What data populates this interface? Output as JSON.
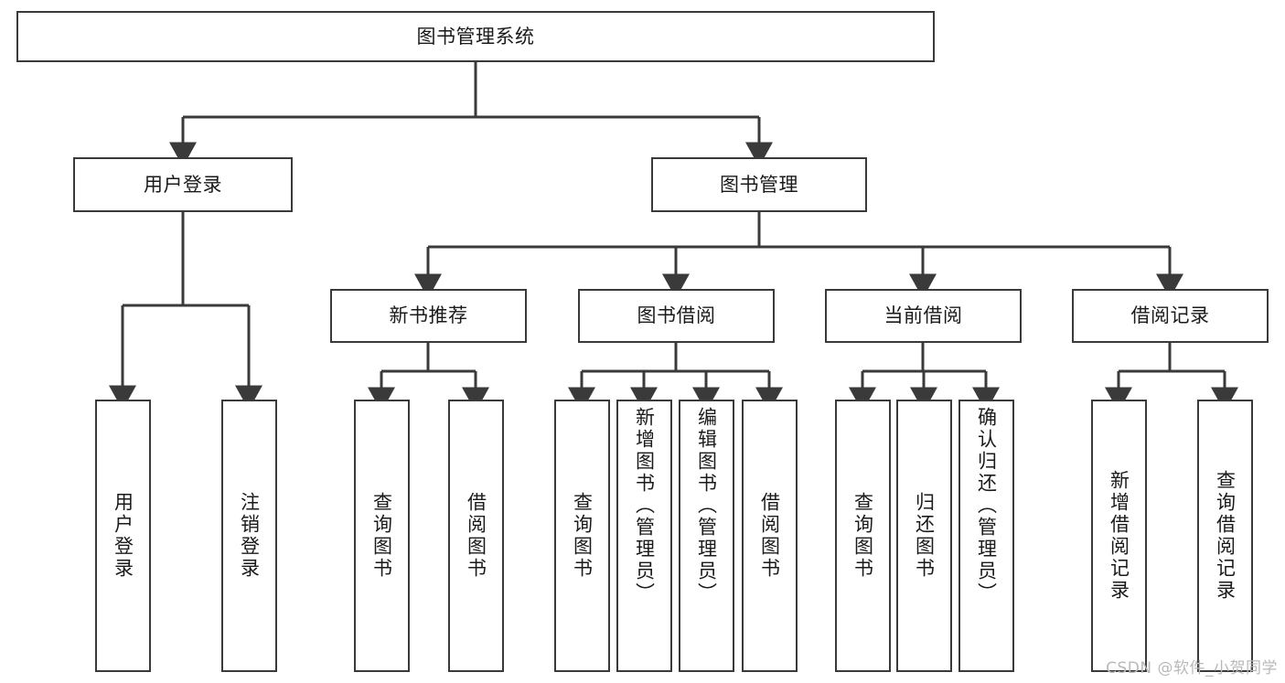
{
  "diagram": {
    "title": "图书管理系统",
    "type": "tree",
    "nodes": {
      "root": {
        "label": "图书管理系统"
      },
      "level2": [
        {
          "id": "user-login",
          "label": "用户登录"
        },
        {
          "id": "book-manage",
          "label": "图书管理"
        }
      ],
      "level3": [
        {
          "id": "new-book-rec",
          "label": "新书推荐"
        },
        {
          "id": "book-borrow",
          "label": "图书借阅"
        },
        {
          "id": "current-borrow",
          "label": "当前借阅"
        },
        {
          "id": "borrow-record",
          "label": "借阅记录"
        }
      ],
      "leaves": {
        "user_login": [
          {
            "id": "leaf-user-login",
            "label": "用户登录"
          },
          {
            "id": "leaf-logout",
            "label": "注销登录"
          }
        ],
        "new_book_rec": [
          {
            "id": "leaf-query-book-1",
            "label": "查询图书"
          },
          {
            "id": "leaf-borrow-book-1",
            "label": "借阅图书"
          }
        ],
        "book_borrow": [
          {
            "id": "leaf-query-book-2",
            "label": "查询图书"
          },
          {
            "id": "leaf-add-book",
            "label": "新增图书（管理员）"
          },
          {
            "id": "leaf-edit-book",
            "label": "编辑图书（管理员）"
          },
          {
            "id": "leaf-borrow-book-2",
            "label": "借阅图书"
          }
        ],
        "current_borrow": [
          {
            "id": "leaf-query-book-3",
            "label": "查询图书"
          },
          {
            "id": "leaf-return-book",
            "label": "归还图书"
          },
          {
            "id": "leaf-confirm-return",
            "label": "确认归还（管理员）"
          }
        ],
        "borrow_record": [
          {
            "id": "leaf-add-record",
            "label": "新增借阅记录"
          },
          {
            "id": "leaf-query-record",
            "label": "查询借阅记录"
          }
        ]
      }
    },
    "colors": {
      "stroke": "#3a3a3a",
      "fill": "#ffffff",
      "text": "#1a1a1a",
      "watermark": "#b9b9b9"
    }
  },
  "watermark": {
    "text": "CSDN @软件_小贺同学"
  }
}
